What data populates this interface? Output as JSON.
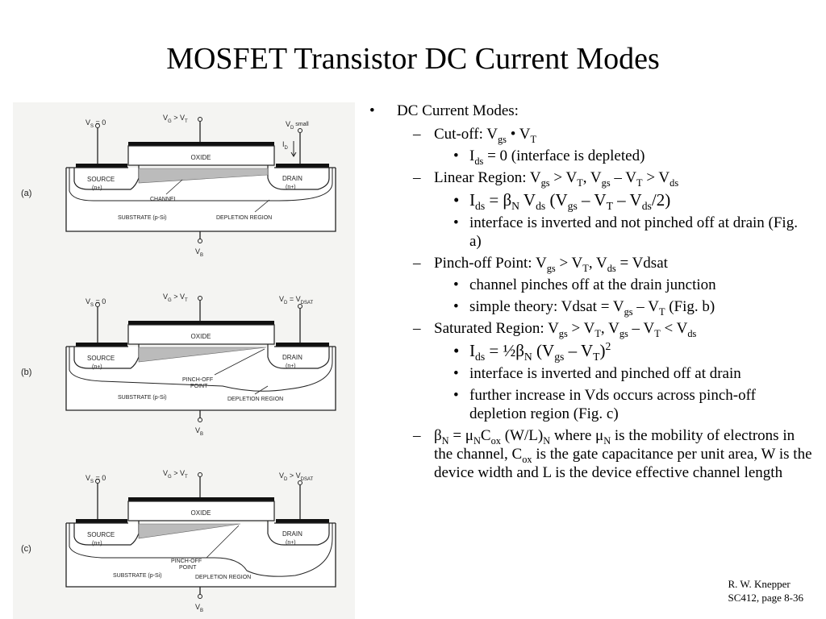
{
  "title": "MOSFET Transistor DC Current Modes",
  "figures": [
    {
      "label": "(a)",
      "vs": "V",
      "vs_sub": "S",
      "vs_rest": " = 0",
      "vg": "V",
      "vg_sub": "G",
      "vg_rest": " > V",
      "vg_sub2": "T",
      "vd": "V",
      "vd_sub": "D",
      "vd_rest": " small",
      "id": "I",
      "id_sub": "D",
      "oxide": "OXIDE",
      "source": "SOURCE",
      "source_doping": "(n+)",
      "drain": "DRAIN",
      "drain_doping": "(n+)",
      "channel": "CHANNEL",
      "substrate": "SUBSTRATE  (p-Si)",
      "depletion": "DEPLETION REGION",
      "vb": "V",
      "vb_sub": "B"
    },
    {
      "label": "(b)",
      "vs": "V",
      "vs_sub": "S",
      "vs_rest": " = 0",
      "vg": "V",
      "vg_sub": "G",
      "vg_rest": " > V",
      "vg_sub2": "T",
      "vd": "V",
      "vd_sub": "D",
      "vd_rest": " = V",
      "vd_sub2": "DSAT",
      "oxide": "OXIDE",
      "source": "SOURCE",
      "source_doping": "(n+)",
      "drain": "DRAIN",
      "drain_doping": "(n+)",
      "pinch1": "PINCH-OFF",
      "pinch2": "POINT",
      "substrate": "SUBSTRATE  (p-Si)",
      "depletion": "DEPLETION REGION",
      "vb": "V",
      "vb_sub": "B"
    },
    {
      "label": "(c)",
      "vs": "V",
      "vs_sub": "S",
      "vs_rest": " = 0",
      "vg": "V",
      "vg_sub": "G",
      "vg_rest": " > V",
      "vg_sub2": "T",
      "vd": "V",
      "vd_sub": "D",
      "vd_rest": " > V",
      "vd_sub2": "DSAT",
      "oxide": "OXIDE",
      "source": "SOURCE",
      "source_doping": "(n+)",
      "drain": "DRAIN",
      "drain_doping": "(n+)",
      "pinch1": "PINCH-OFF",
      "pinch2": "POINT",
      "substrate": "SUBSTRATE  (p-Si)",
      "depletion": "DEPLETION REGION",
      "vb": "V",
      "vb_sub": "B"
    }
  ],
  "bullets": {
    "main": "DC Current Modes:",
    "cutoff": {
      "text": "Cut-off:  V",
      "sub1": "gs",
      "mid": " • V",
      "sub2": "T"
    },
    "cutoff_ids": {
      "text": "I",
      "sub1": "ds",
      "rest": " = 0 (interface is depleted)"
    },
    "linear": {
      "t1": "Linear Region:  V",
      "s1": "gs",
      "t2": " > V",
      "s2": "T",
      "t3": ", V",
      "s3": "gs",
      "t4": " – V",
      "s4": "T",
      "t5": " > V",
      "s5": "ds"
    },
    "linear_eq": {
      "t1": "I",
      "s1": "ds",
      "t2": " = β",
      "s2": "N",
      "t3": " V",
      "s3": "ds",
      "t4": " (V",
      "s4": "gs",
      "t5": " – V",
      "s5": "T",
      "t6": " – V",
      "s6": "ds",
      "t7": "/2)"
    },
    "linear_note": "interface is inverted and not pinched off at drain (Fig. a)",
    "pinch": {
      "t1": "Pinch-off Point:  V",
      "s1": "gs",
      "t2": " > V",
      "s2": "T",
      "t3": ", V",
      "s3": "ds",
      "t4": " = Vdsat"
    },
    "pinch_note1": "channel pinches off at the drain junction",
    "pinch_note2": {
      "t1": "simple theory:  Vdsat = V",
      "s1": "gs",
      "t2": " – V",
      "s2": "T",
      "t3": " (Fig. b)"
    },
    "sat": {
      "t1": "Saturated Region:  V",
      "s1": "gs",
      "t2": " > V",
      "s2": "T",
      "t3": ", V",
      "s3": "gs",
      "t4": " – V",
      "s4": "T",
      "t5": " < V",
      "s5": "ds"
    },
    "sat_eq": {
      "t1": "I",
      "s1": "ds",
      "t2": " = ½β",
      "s2": "N",
      "t3": " (V",
      "s3": "gs",
      "t4": " – V",
      "s4": "T",
      "t5": ")",
      "sup": "2"
    },
    "sat_note1": "interface is inverted and pinched off at drain",
    "sat_note2": "further increase in Vds occurs across pinch-off depletion region (Fig. c)",
    "beta": {
      "t1": "β",
      "s1": "N",
      "t2": " = μ",
      "s2": "N",
      "t3": "C",
      "s3": "ox",
      "t4": " (W/L)",
      "s4": "N",
      "t5": " where μ",
      "s5": "N",
      "t6": " is the mobility of electrons in the channel, C",
      "s6": "ox",
      "t7": " is the gate capacitance per unit area, W is the device width and L is the device effective channel length"
    }
  },
  "footer": {
    "line1": "R. W. Knepper",
    "line2": "SC412,  page 8-36"
  }
}
